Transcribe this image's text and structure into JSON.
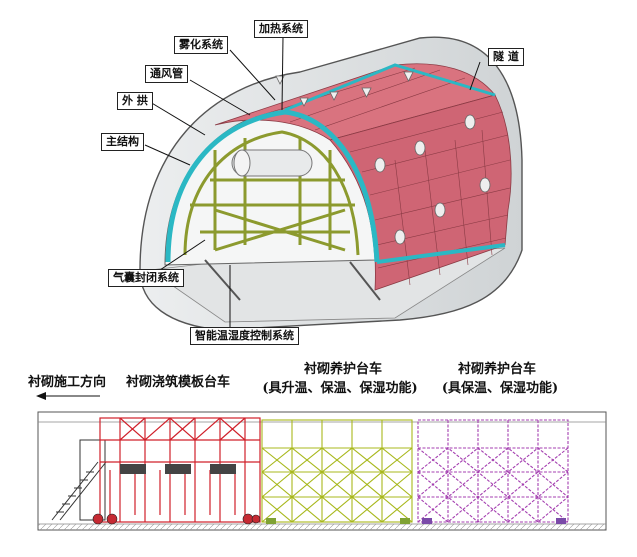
{
  "labels": {
    "heating": "加热系统",
    "mist": "雾化系统",
    "vent": "通风管",
    "outer_arch": "外 拱",
    "main_struct": "主结构",
    "tunnel": "隧 道",
    "airbag": "气囊封闭系统",
    "control": "智能温湿度控制系统"
  },
  "captions": {
    "direction": "衬砌施工方向",
    "formwork": "衬砌浇筑模板台车",
    "curing1_title": "衬砌养护台车",
    "curing1_sub": "(具升温、保温、保湿功能)",
    "curing2_title": "衬砌养护台车",
    "curing2_sub": "(具保温、保湿功能)"
  },
  "colors": {
    "panel": "#d9737f",
    "panel_dark": "#b85563",
    "frame": "#9aa93c",
    "edge": "#2bb8c4",
    "formwork": "#d0202a",
    "curing1": "#a8b81c",
    "curing2": "#a43fb0"
  }
}
